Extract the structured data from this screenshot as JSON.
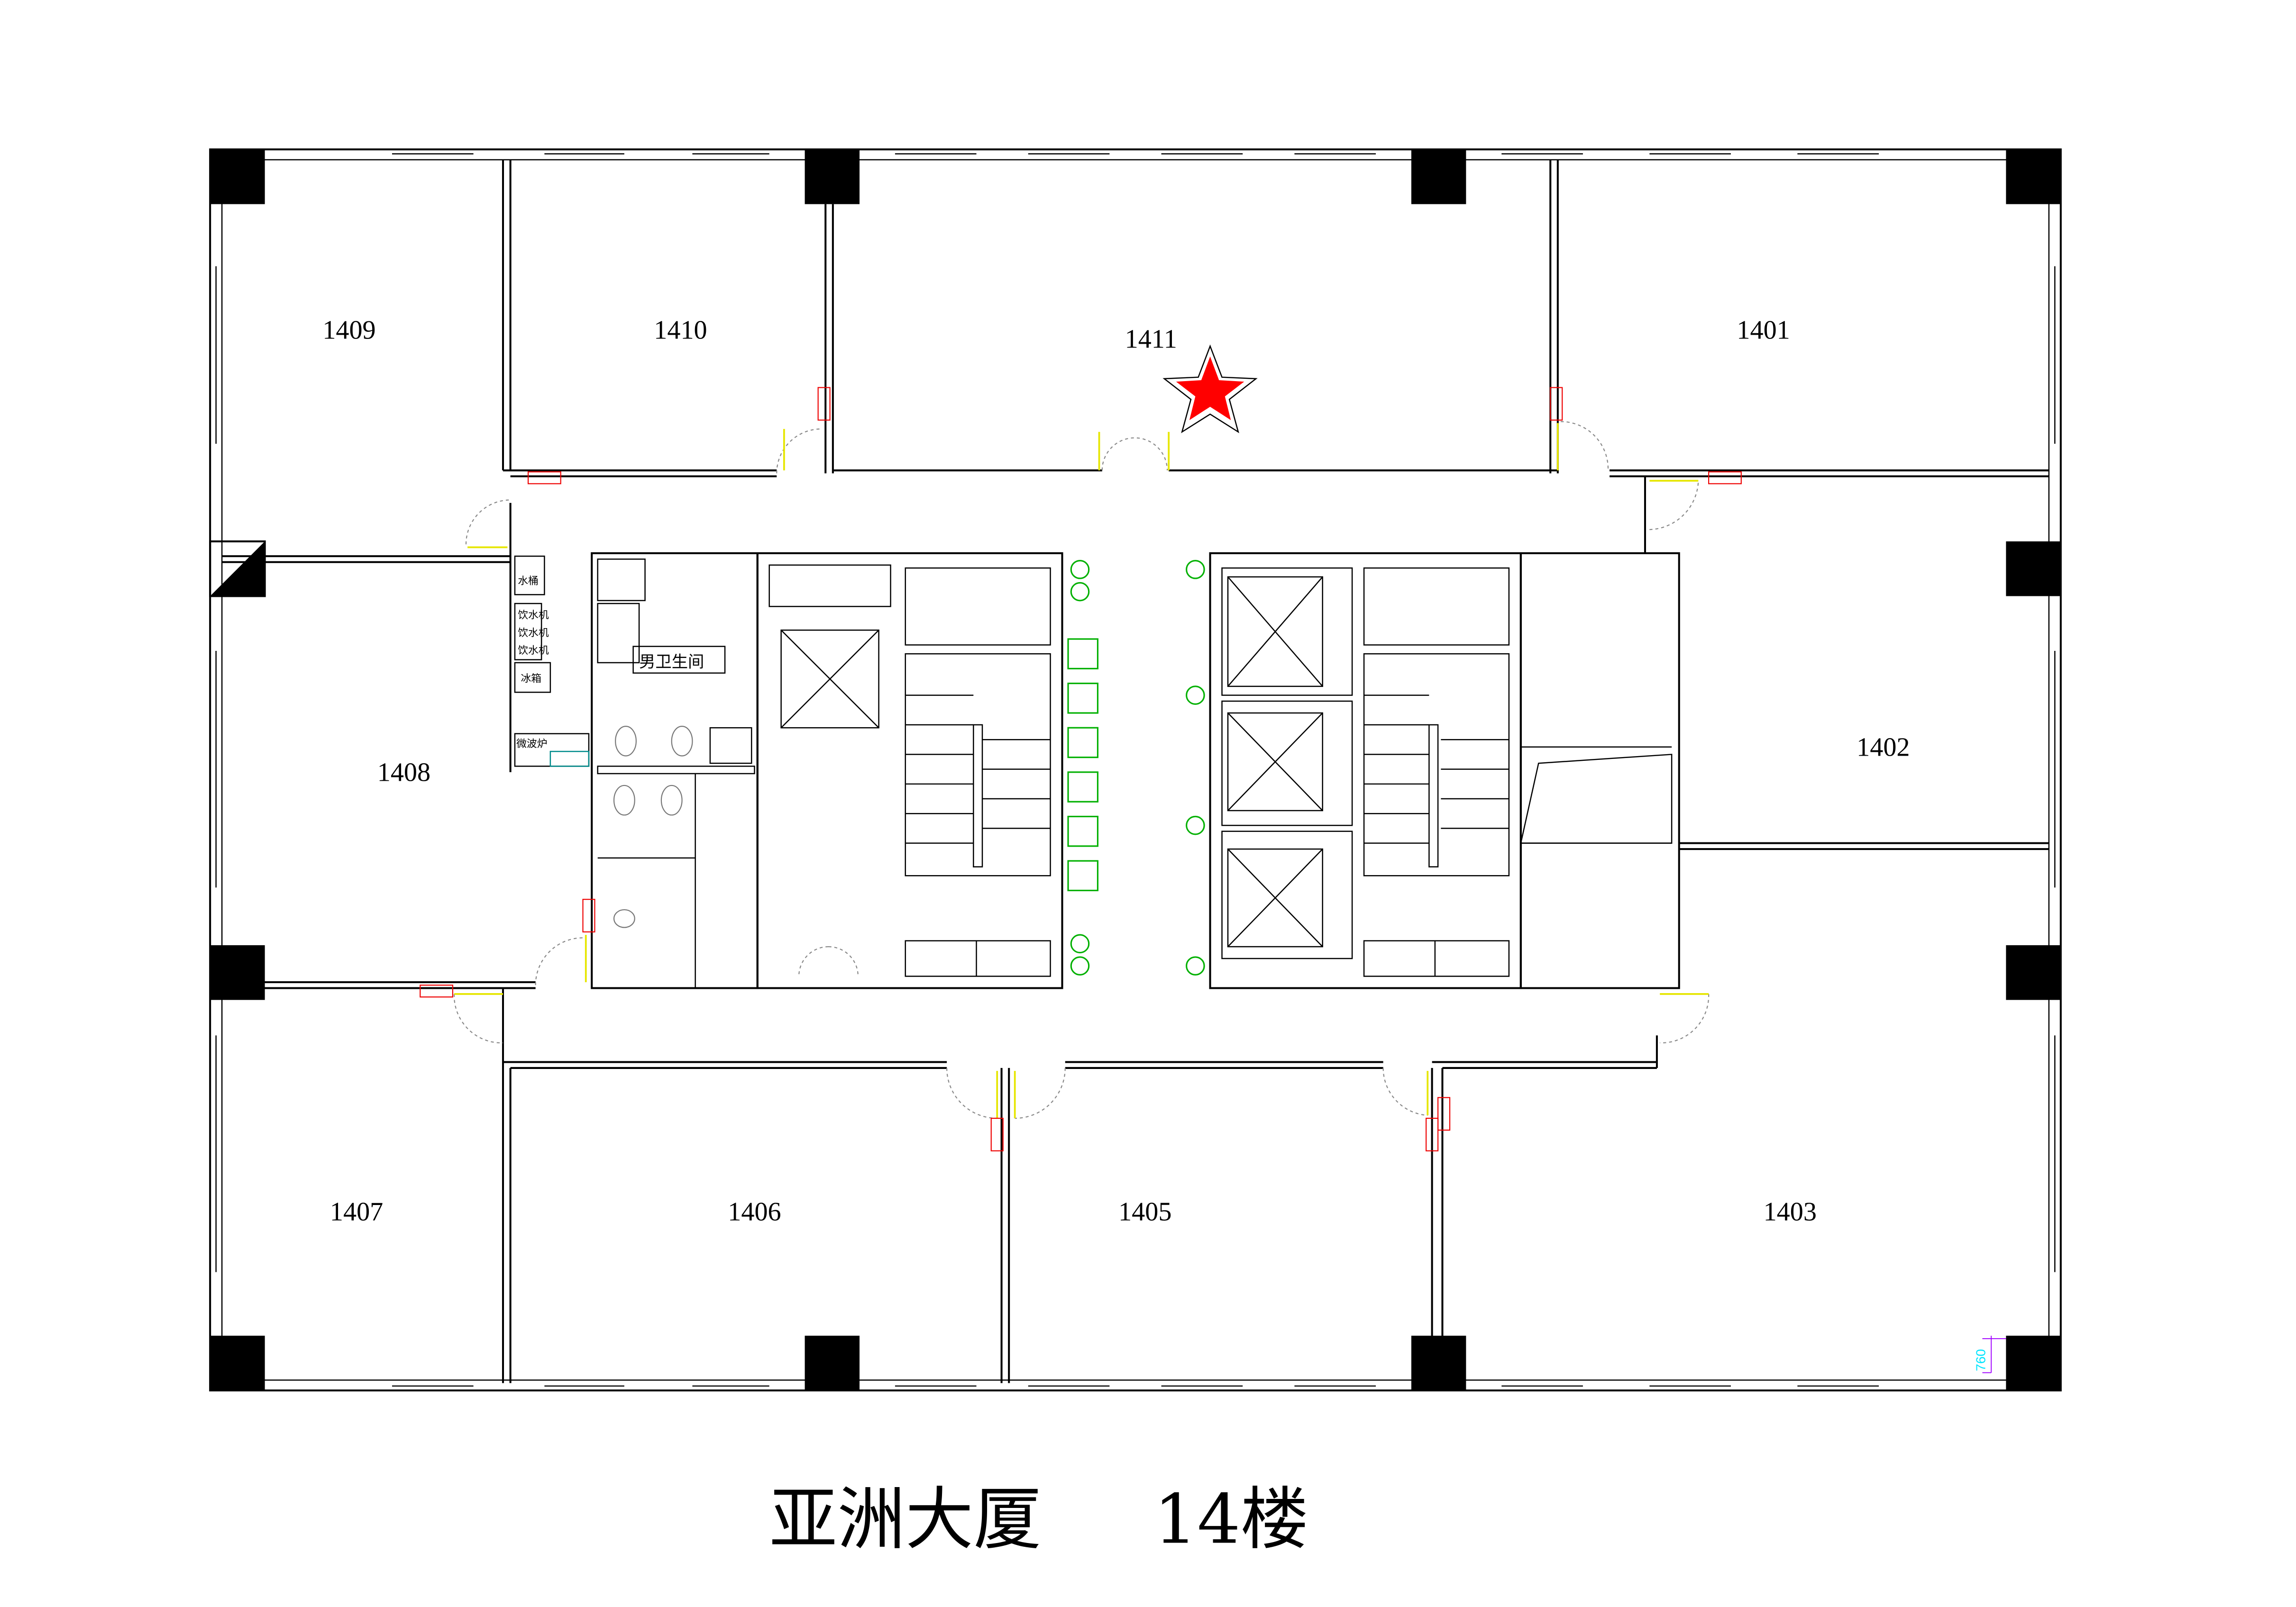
{
  "title": {
    "building": "亚洲大厦",
    "floor": "14楼"
  },
  "rooms": {
    "r1409": "1409",
    "r1410": "1410",
    "r1411": "1411",
    "r1401": "1401",
    "r1408": "1408",
    "r1402": "1402",
    "r1407": "1407",
    "r1406": "1406",
    "r1405": "1405",
    "r1403": "1403"
  },
  "highlighted_room": "1411",
  "marker": {
    "icon": "star-icon",
    "color": "#ff0000"
  },
  "facilities": {
    "restroom": "男卫生间",
    "bucket": "水桶",
    "water_dispensers": [
      "饮水机",
      "饮水机",
      "饮水机"
    ],
    "fridge": "冰箱",
    "microwave": "微波炉"
  },
  "dimension": "760"
}
